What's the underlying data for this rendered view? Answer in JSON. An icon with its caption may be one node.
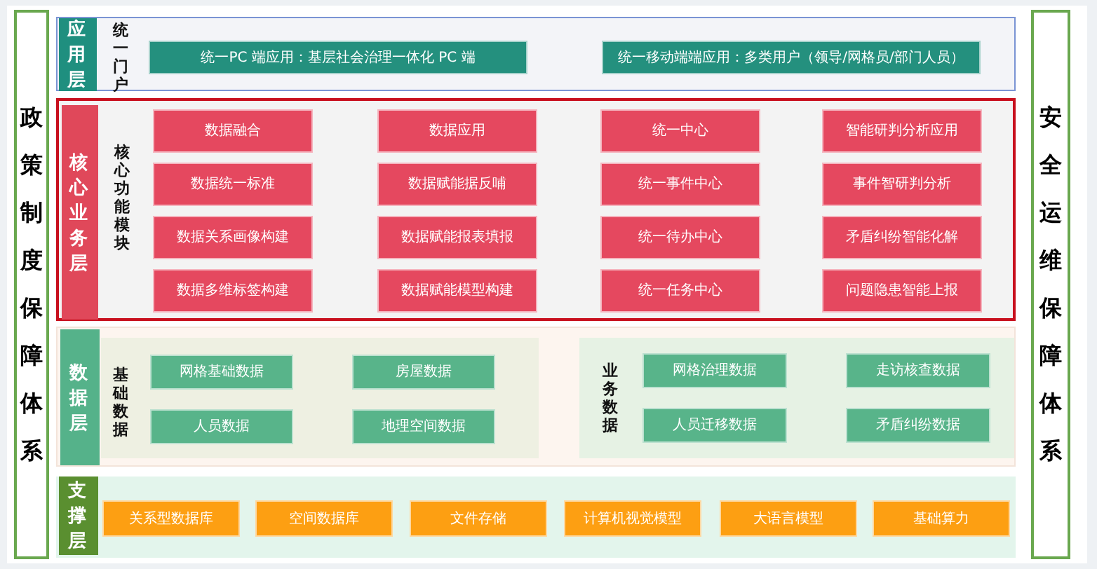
{
  "diagram": {
    "nodes": [
      {
        "text": [
          "政策制度保障体系"
        ]
      },
      {
        "text": [
          "安全运维保障体系"
        ]
      },
      {
        "text": [
          "统一门户"
        ]
      },
      {
        "text": [
          "应用层"
        ],
        "in": 2
      },
      {
        "text": [
          "统一PC 端应用：基层社会治理一体化 PC 端"
        ],
        "in": 2
      },
      {
        "text": [
          "统一移动端端应用：多类用户（领导/网格员/部门人员）"
        ],
        "in": 2
      },
      {
        "text": [
          "核心功能模块"
        ]
      },
      {
        "text": [
          "核心业务层"
        ],
        "in": 6
      },
      {
        "text": [
          "数据融合"
        ],
        "in": 6
      },
      {
        "text": [
          "数据应用"
        ],
        "in": 6
      },
      {
        "text": [
          "统一中心"
        ],
        "in": 6
      },
      {
        "text": [
          "智能研判分析应用"
        ],
        "in": 6
      },
      {
        "text": [
          "数据统一标准"
        ],
        "in": 6
      },
      {
        "text": [
          "数据赋能据反哺"
        ],
        "in": 6
      },
      {
        "text": [
          "统一事件中心"
        ],
        "in": 6
      },
      {
        "text": [
          "事件智研判分析"
        ],
        "in": 6
      },
      {
        "text": [
          "数据关系画像构建"
        ],
        "in": 6
      },
      {
        "text": [
          "数据赋能报表填报"
        ],
        "in": 6
      },
      {
        "text": [
          "统一待办中心"
        ],
        "in": 6
      },
      {
        "text": [
          "矛盾纠纷智能化解"
        ],
        "in": 6
      },
      {
        "text": [
          "数据多维标签构建"
        ],
        "in": 6
      },
      {
        "text": [
          "数据赋能模型构建"
        ],
        "in": 6
      },
      {
        "text": [
          "统一任务中心"
        ],
        "in": 6
      },
      {
        "text": [
          "问题隐患智能上报"
        ],
        "in": 6
      },
      {
        "text": [],
        "shape": "box"
      },
      {
        "text": [
          "数据层"
        ],
        "in": 24
      },
      {
        "text": [
          "基础数据"
        ],
        "in": 24
      },
      {
        "text": [
          "网格基础数据"
        ],
        "in": 26
      },
      {
        "text": [
          "房屋数据"
        ],
        "in": 26
      },
      {
        "text": [
          "人员数据"
        ],
        "in": 26
      },
      {
        "text": [
          "地理空间数据"
        ],
        "in": 26
      },
      {
        "text": [
          "业务数据"
        ],
        "in": 24
      },
      {
        "text": [
          "网格治理数据"
        ],
        "in": 31
      },
      {
        "text": [
          "走访核查数据"
        ],
        "in": 31
      },
      {
        "text": [
          "人员迁移数据"
        ],
        "in": 31
      },
      {
        "text": [
          "矛盾纠纷数据"
        ],
        "in": 31
      },
      {
        "text": [],
        "shape": "box"
      },
      {
        "text": [
          "支撑层"
        ],
        "in": 36
      },
      {
        "text": [
          "关系型数据库"
        ],
        "in": 36
      },
      {
        "text": [
          "空间数据库"
        ],
        "in": 36
      },
      {
        "text": [
          "文件存储"
        ],
        "in": 36
      },
      {
        "text": [
          "计算机视觉模型"
        ],
        "in": 36
      },
      {
        "text": [
          "大语言模型"
        ],
        "in": 36
      },
      {
        "text": [
          "基础算力"
        ],
        "in": 36
      }
    ]
  }
}
